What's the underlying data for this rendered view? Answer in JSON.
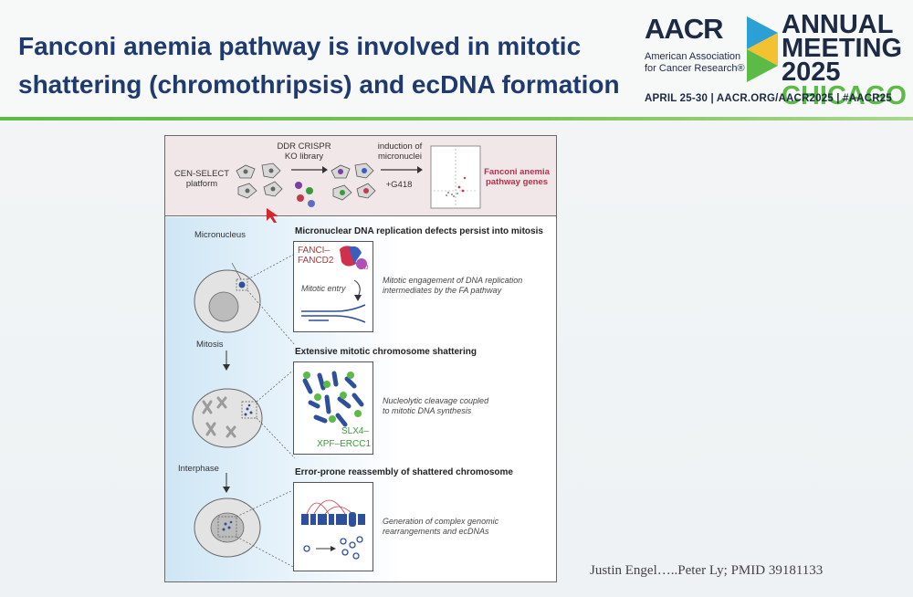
{
  "slide": {
    "title": "Fanconi anemia pathway is involved in mitotic shattering (chromothripsis) and  ecDNA formation",
    "credit": "Justin Engel…..Peter Ly; PMID 39181133"
  },
  "branding": {
    "aacr_logo": "AACR",
    "aacr_line1": "American Association",
    "aacr_line2": "for Cancer Research®",
    "annual": "ANNUAL",
    "meeting": "MEETING",
    "year": "2025",
    "city": "CHICAGO",
    "dates": "APRIL 25-30 | AACR.ORG/AACR2025 | #AACR25",
    "colors": {
      "navy": "#1d2a44",
      "green": "#5cba47",
      "title_blue": "#1f3a6e"
    }
  },
  "figure": {
    "screen": {
      "platform_line1": "CEN-SELECT",
      "platform_line2": "platform",
      "library_line1": "DDR CRISPR",
      "library_line2": "KO library",
      "induction_line1": "induction of",
      "induction_line2": "micronuclei",
      "drug": "+G418",
      "hit_line1": "Fanconi anemia",
      "hit_line2": "pathway genes"
    },
    "stages": {
      "micronucleus": "Micronucleus",
      "mitosis": "Mitosis",
      "interphase": "Interphase"
    },
    "step1": {
      "heading": "Micronuclear DNA replication defects persist into mitosis",
      "protein1": "FANCI–",
      "protein2": "FANCD2",
      "ub": "Ub",
      "mitotic_entry": "Mitotic entry",
      "desc_line1": "Mitotic engagement of DNA replication",
      "desc_line2": "intermediates by the FA pathway"
    },
    "step2": {
      "heading": "Extensive mitotic chromosome shattering",
      "enzyme1": "SLX4–",
      "enzyme2": "XPF–ERCC1",
      "desc_line1": "Nucleolytic cleavage coupled",
      "desc_line2": "to mitotic DNA synthesis"
    },
    "step3": {
      "heading": "Error-prone reassembly of shattered chromosome",
      "desc_line1": "Generation of complex genomic",
      "desc_line2": "rearrangements and ecDNAs"
    }
  }
}
